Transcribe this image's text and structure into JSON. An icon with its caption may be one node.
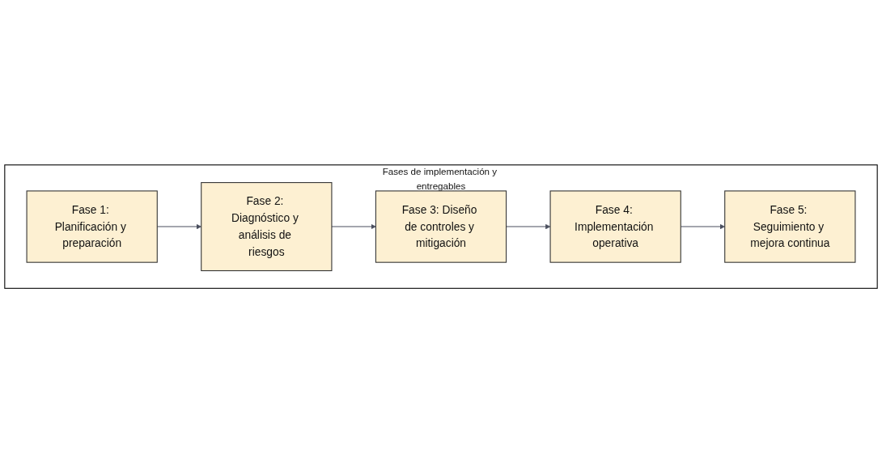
{
  "diagram": {
    "nodes": [
      {
        "text": [
          "Fases de implementación y entregables"
        ]
      },
      {
        "text": [
          "Fase 1: Planificación y preparación"
        ],
        "in": 0
      },
      {
        "text": [
          "Fase 2: Diagnóstico y análisis de riesgos"
        ],
        "in": 0
      },
      {
        "text": [
          "Fase 3: Diseño de controles y mitigación"
        ],
        "in": 0
      },
      {
        "text": [
          "Fase 4: Implementación operativa"
        ],
        "in": 0
      },
      {
        "text": [
          "Fase 5: Seguimiento y mejora continua"
        ],
        "in": 0
      }
    ],
    "edges": [
      {
        "from": 1,
        "to": 2,
        "arrow": "to"
      },
      {
        "from": 2,
        "to": 3,
        "arrow": "to"
      },
      {
        "from": 3,
        "to": 4,
        "arrow": "to"
      },
      {
        "from": 4,
        "to": 5,
        "arrow": "to"
      }
    ]
  }
}
